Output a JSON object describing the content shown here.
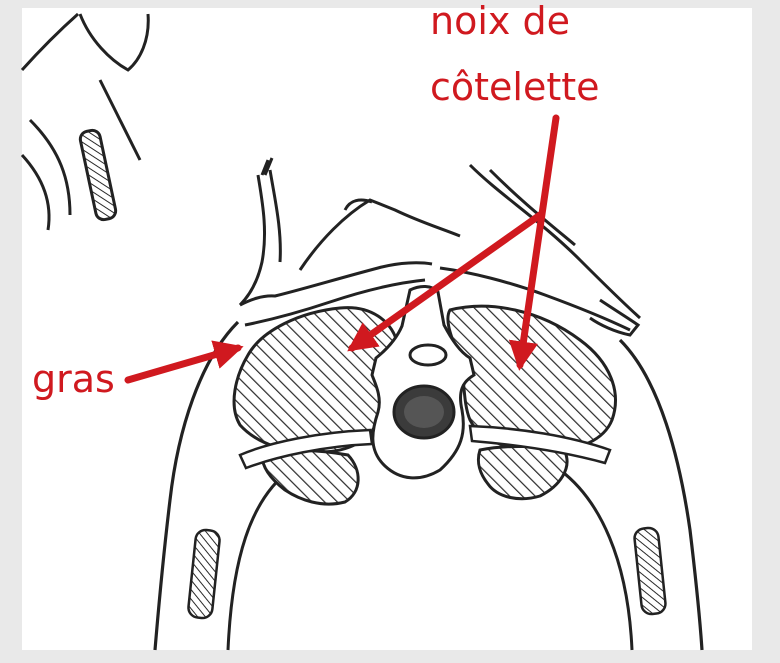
{
  "labels": {
    "noix_line1": "noix de",
    "noix_line2": "côtelette",
    "gras": "gras"
  },
  "colors": {
    "annotation": "#d0191f",
    "ink": "#222222",
    "frame": "#ffffff",
    "background": "#e9e9e9"
  }
}
